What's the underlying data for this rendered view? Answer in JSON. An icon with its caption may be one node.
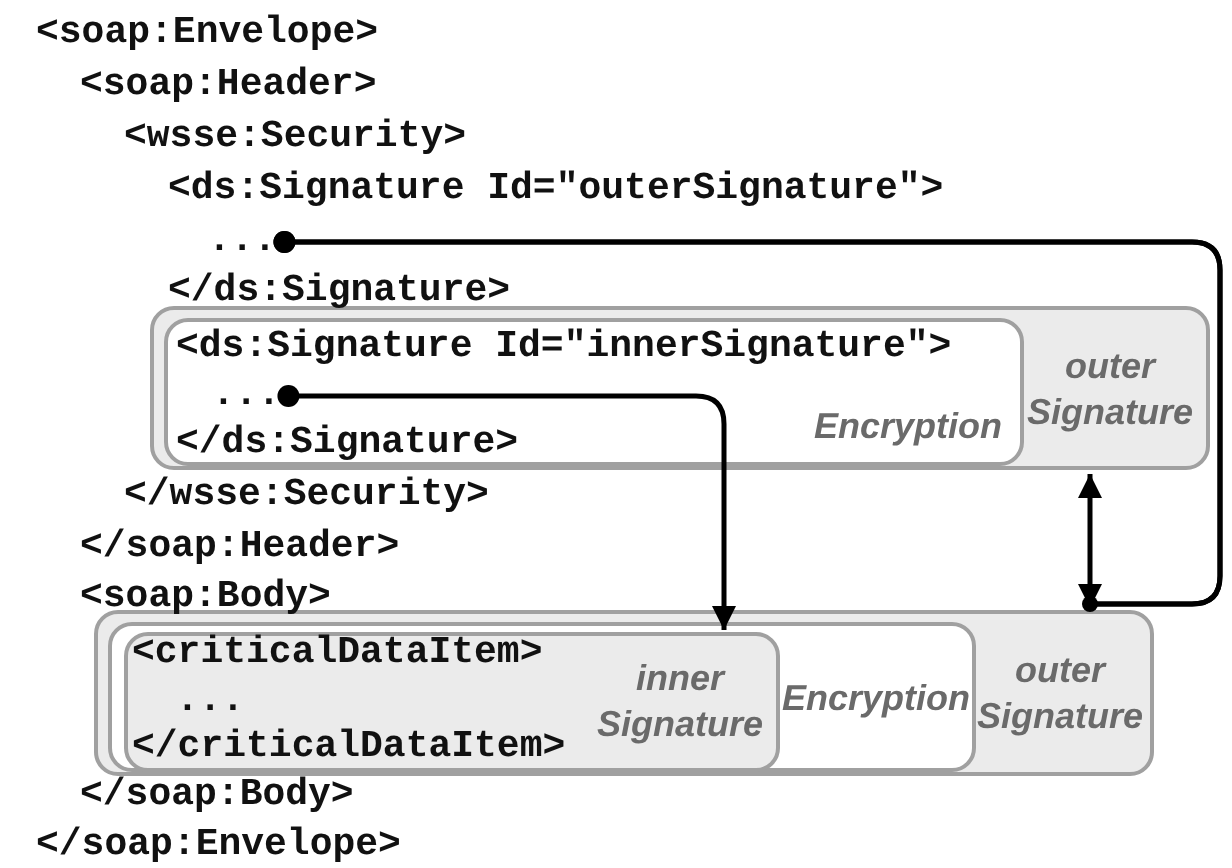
{
  "diagram": {
    "nodes": [
      {
        "text": [
          "outer Signature"
        ]
      },
      {
        "text": [
          "<ds:Signature Id=\"innerSignature\">",
          "</ds:Signature>",
          "Encryption"
        ],
        "in": 0
      },
      {
        "text": [
          "outer Signature"
        ]
      },
      {
        "text": [
          "Encryption"
        ],
        "in": 2
      },
      {
        "text": [
          "<criticalDataItem>",
          "...",
          "</criticalDataItem>",
          "inner Signature"
        ],
        "in": 3
      },
      {
        "text": [
          "..."
        ]
      },
      {
        "text": [
          "..."
        ],
        "in": 1
      }
    ],
    "edges": [
      {
        "from": 5,
        "to": 0,
        "arrow": "to"
      },
      {
        "from": 5,
        "to": 2,
        "arrow": "to"
      },
      {
        "from": 6,
        "to": 4,
        "arrow": "to"
      }
    ],
    "labels": [
      "<soap:Envelope>",
      "<soap:Header>",
      "<wsse:Security>",
      "<ds:Signature Id=\"outerSignature\">",
      "</ds:Signature>",
      "</wsse:Security>",
      "</soap:Header>",
      "<soap:Body>",
      "</soap:Body>",
      "</soap:Envelope>"
    ]
  }
}
